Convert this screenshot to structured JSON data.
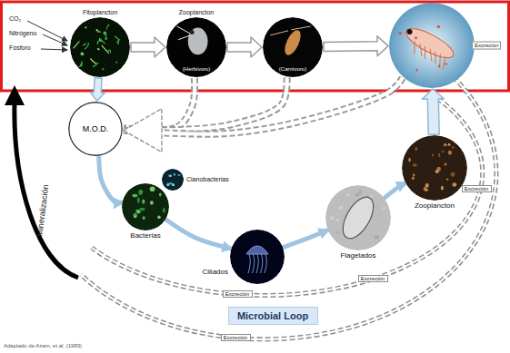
{
  "diagram": {
    "caption": "Adaptado de Azam, et al. (1983)",
    "nodes": [
      {
        "text": [
          "Fitoplancton"
        ]
      },
      {
        "text": [
          "Zooplancton",
          "(Herbívoro)"
        ]
      },
      {
        "text": [
          "(Carnívoro)"
        ]
      },
      {
        "text": [
          "Excreción"
        ]
      },
      {
        "text": [
          "M.O.D."
        ]
      },
      {
        "text": [
          "Cianobacterias"
        ]
      },
      {
        "text": [
          "Bacterias"
        ]
      },
      {
        "text": [
          "Ciliados"
        ]
      },
      {
        "text": [
          "Flagelados"
        ]
      },
      {
        "text": [
          "Zooplancton"
        ]
      },
      {
        "text": [
          "Excreción"
        ]
      },
      {
        "text": [
          "Excreción"
        ]
      },
      {
        "text": [
          "Excreción"
        ]
      },
      {
        "text": [
          "Excreción"
        ]
      },
      {
        "text": [
          "Microbial Loop"
        ]
      }
    ],
    "edges": [
      {
        "from": 0,
        "to": 1,
        "arrow": "to"
      },
      {
        "from": 1,
        "to": 2,
        "arrow": "to"
      },
      {
        "from": 2,
        "to": 3,
        "arrow": "to"
      },
      {
        "from": 0,
        "to": 4,
        "arrow": "to"
      },
      {
        "from": 1,
        "to": 4,
        "arrow": "to"
      },
      {
        "from": 2,
        "to": 4,
        "arrow": "to"
      },
      {
        "from": 3,
        "to": 4,
        "arrow": "to"
      },
      {
        "from": 4,
        "to": 6,
        "arrow": "to"
      },
      {
        "from": 6,
        "to": 7,
        "arrow": "to"
      },
      {
        "from": 7,
        "to": 8,
        "arrow": "to"
      },
      {
        "from": 8,
        "to": 9,
        "arrow": "to"
      },
      {
        "from": 9,
        "to": 3,
        "arrow": "to"
      }
    ],
    "labels": [
      "CO₂",
      "Nitrógeno",
      "Fósforo",
      "Mineralización"
    ]
  }
}
